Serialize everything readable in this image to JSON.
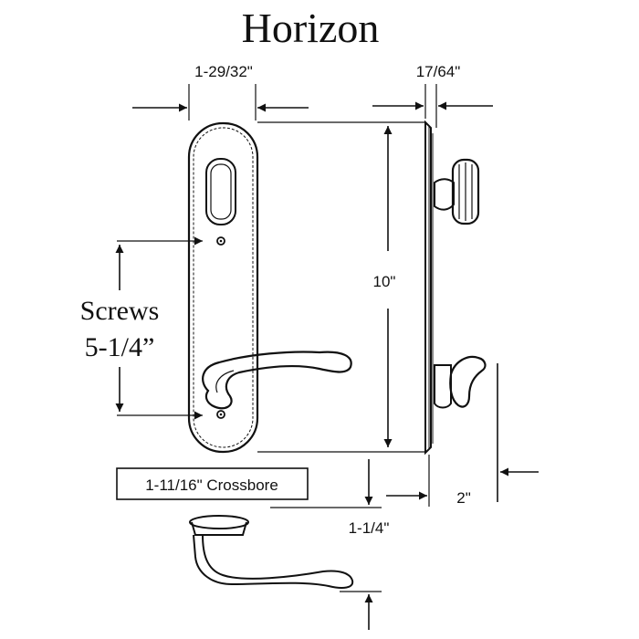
{
  "title": "Horizon",
  "dimensions": {
    "trim_width": "1-29/32\"",
    "trim_thickness": "17/64\"",
    "height": "10\"",
    "screws_label": "Screws",
    "screws_value": "5-1/4”",
    "crossbore": "1-11/16\" Crossbore",
    "projection": "2\"",
    "rose_projection": "1-1/4\""
  },
  "colors": {
    "line": "#111111",
    "background": "#ffffff"
  }
}
